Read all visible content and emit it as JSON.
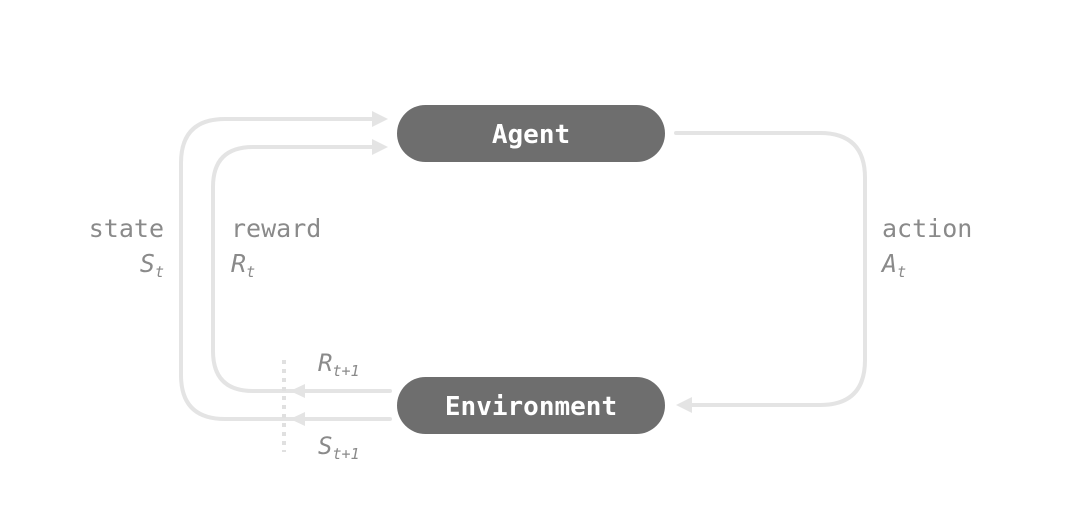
{
  "nodes": {
    "agent": "Agent",
    "environment": "Environment"
  },
  "labels": {
    "state_word": "state",
    "state_symbol": "S",
    "state_subscript": "t",
    "reward_word": "reward",
    "reward_symbol": "R",
    "reward_subscript": "t",
    "action_word": "action",
    "action_symbol": "A",
    "action_subscript": "t",
    "next_reward_symbol": "R",
    "next_reward_subscript": "t+1",
    "next_state_symbol": "S",
    "next_state_subscript": "t+1"
  },
  "colors": {
    "node_fill": "#6e6e6e",
    "node_text": "#ffffff",
    "arrow": "#e4e4e4",
    "label_text": "#8a8a8a"
  }
}
